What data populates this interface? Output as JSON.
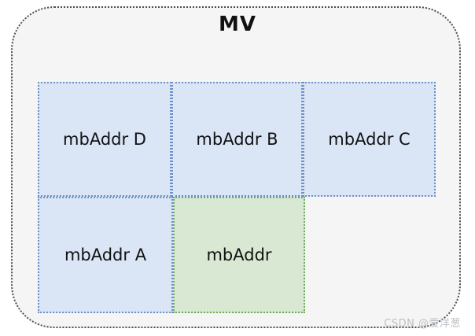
{
  "diagram": {
    "title": "MV",
    "blocks": [
      {
        "id": "d",
        "label": "mbAddr D",
        "role": "neighbor-top-left"
      },
      {
        "id": "b",
        "label": "mbAddr B",
        "role": "neighbor-top"
      },
      {
        "id": "c",
        "label": "mbAddr C",
        "role": "neighbor-top-right"
      },
      {
        "id": "a",
        "label": "mbAddr A",
        "role": "neighbor-left"
      },
      {
        "id": "current",
        "label": "mbAddr",
        "role": "current-block"
      }
    ],
    "colors": {
      "container_fill": "#f5f5f6",
      "container_border": "#4f4f4f",
      "neighbor_fill": "#dae5f6",
      "neighbor_border": "#6e90c6",
      "current_fill": "#d9e8d2",
      "current_border": "#6fad59"
    }
  },
  "watermark": {
    "text": "CSDN @爱洋葱"
  }
}
